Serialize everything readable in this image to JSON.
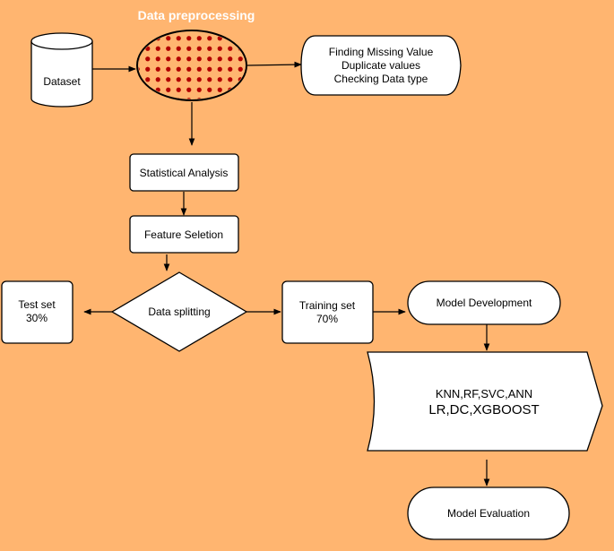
{
  "diagram": {
    "title": "Data preprocessing",
    "nodes": {
      "dataset": "Dataset",
      "checks": {
        "line1": "Finding Missing Value",
        "line2": "Duplicate values",
        "line3": "Checking Data type"
      },
      "statistical_analysis": "Statistical Analysis",
      "feature_selection": "Feature Seletion",
      "data_splitting": "Data splitting",
      "test_set": {
        "line1": "Test set",
        "line2": "30%"
      },
      "training_set": {
        "line1": "Training set",
        "line2": "70%"
      },
      "model_development": "Model Development",
      "models": {
        "line1": "KNN,RF,SVC,ANN",
        "line2": "LR,DC,XGBOOST"
      },
      "model_evaluation": "Model Evaluation"
    },
    "colors": {
      "background": "#FFB570",
      "node_fill": "#FFFFFF",
      "stroke": "#000000",
      "title": "#FFFFFF",
      "ellipse_dots": "#B20000"
    }
  }
}
